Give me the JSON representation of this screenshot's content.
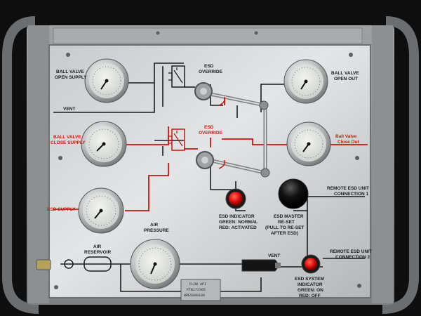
{
  "panel": {
    "ball_valve_open_supply": [
      "BALL VALVE",
      "OPEN SUPPLY"
    ],
    "ball_valve_open_out": [
      "BALL VALVE",
      "OPEN OUT"
    ],
    "vent_top": "VENT",
    "esd_override_1": [
      "ESD",
      "OVERRIDE"
    ],
    "esd_override_2": [
      "ESD",
      "OVERRIDE"
    ],
    "ball_valve_close_supply": [
      "BALL VALVE",
      "CLOSE SUPPLY"
    ],
    "ball_valve_close_out": [
      "Ball Valve",
      "Close Out"
    ],
    "esd_supply": "ESD SUPPLY",
    "remote_esd_unit_1": [
      "REMOTE ESD UNIT",
      "CONNECTION 1"
    ],
    "esd_indicator": [
      "ESD INDICATOR",
      "GREEN: NORMAL",
      "RED: ACTIVATED"
    ],
    "esd_master_reset": [
      "ESD MASTER",
      "RE-SET",
      "(PULL TO RE-SET",
      "AFTER ESD)"
    ],
    "air_pressure": [
      "AIR",
      "PRESSURE"
    ],
    "air_reservoir": [
      "AIR",
      "RESERVOIR"
    ],
    "vent_bottom": "VENT",
    "remote_esd_unit_2": [
      "REMOTE ESD UNIT",
      "CONNECTION 2"
    ],
    "esd_system_indicator": [
      "ESD SYSTEM",
      "INDICATOR",
      "GREEN: ON",
      "RED: OFF"
    ],
    "data_plate": [
      "FLOW API",
      "PTB172365",
      "WRE5808188"
    ]
  },
  "colors": {
    "hydraulic_line": "#c01a12",
    "pneumatic_line": "#1a1a1a",
    "red_label": "#c0231a",
    "black_label": "#1c1c1c",
    "indicator_red": "#e01010",
    "knob_black": "#0a0a0a"
  },
  "icons": [
    "pressure-gauge-icon",
    "valve-handle-icon",
    "push-button-icon",
    "pull-knob-icon",
    "solenoid-valve-icon",
    "air-reservoir-icon"
  ]
}
